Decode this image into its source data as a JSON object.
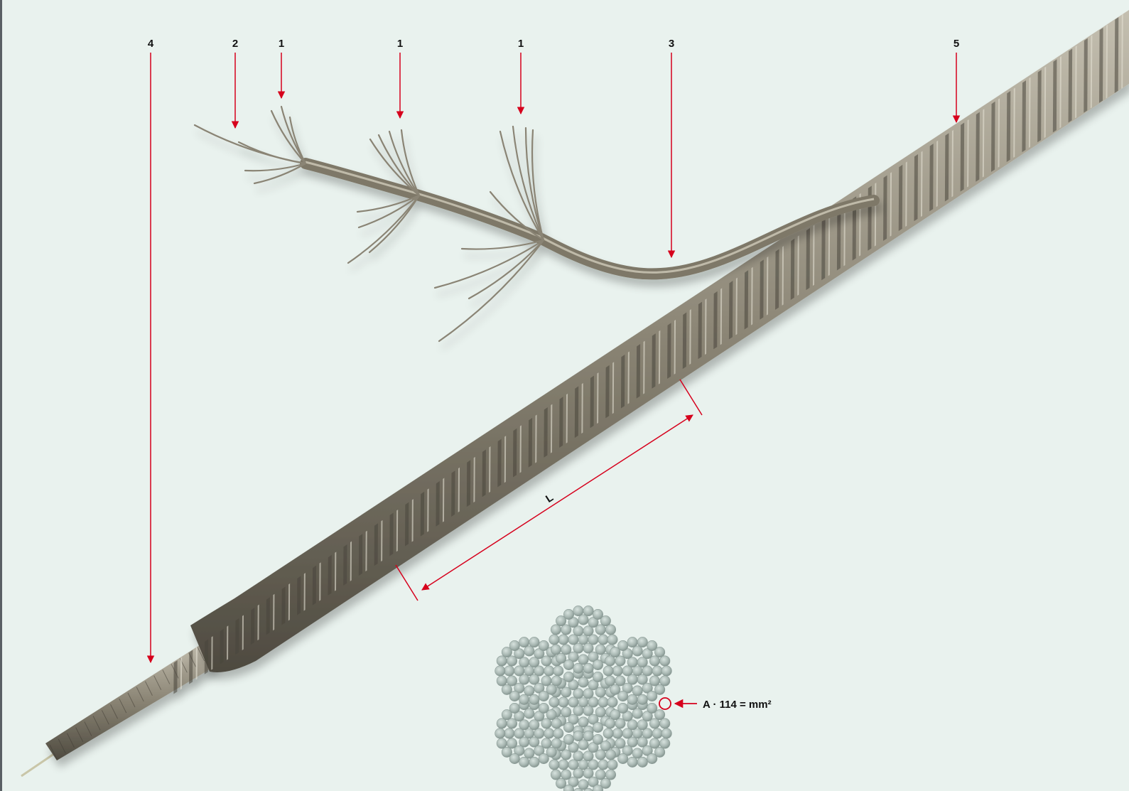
{
  "callouts": [
    {
      "label": "4"
    },
    {
      "label": "2"
    },
    {
      "label": "1"
    },
    {
      "label": "1"
    },
    {
      "label": "1"
    },
    {
      "label": "3"
    },
    {
      "label": "5"
    }
  ],
  "lay_length": {
    "label": "L"
  },
  "cross_section": {
    "formula": "A · 114 = mm²"
  },
  "colors": {
    "background": "#e9f2ee",
    "accent_red": "#d6001c",
    "rope_dark": "#5c574c",
    "rope_mid": "#8a8474",
    "rope_light": "#c4bfb0",
    "wire_fill": "#a9b8b3"
  }
}
